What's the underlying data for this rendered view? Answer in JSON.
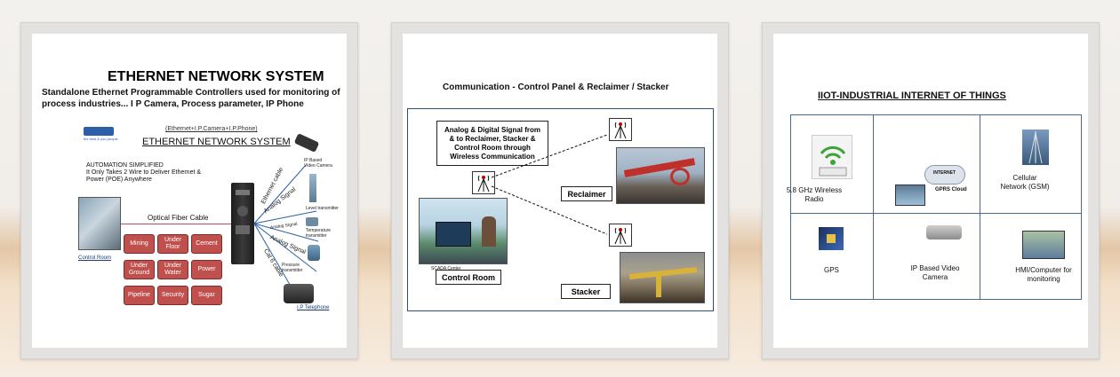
{
  "panel1": {
    "title": "ETHERNET NETWORK SYSTEM",
    "subtitle": "Standalone Ethernet Programmable Controllers used for monitoring of process industries... I P Camera, Process parameter, IP Phone",
    "logo_text": "the best & you people",
    "formula": "(Ethernet+I.P.Camera+I.P.Phone)",
    "inner_title": "ETHERNET NETWORK SYSTEM",
    "automation": "AUTOMATION SIMPLIFIED",
    "tagline_1": "It Only Takes 2 Wire to Deliver Ethernet &",
    "tagline_2": "Power (POE) Anywhere",
    "fiber": "Optical Fiber Cable",
    "control_room": "Control Room",
    "cells": [
      "Mining",
      "Under Floor",
      "Cement",
      "Under Ground",
      "Under Water",
      "Power",
      "Pipeline",
      "Security",
      "Sugar"
    ],
    "signals": [
      "Ethernet cable",
      "Analog Signal",
      "Analog Signal",
      "Analog Signal",
      "Cat 6 cable"
    ],
    "devices": [
      "IP Based Video Camera",
      "Level transmitter",
      "Temperature transmitter",
      "Pressure transmitter",
      "I.P Telephone"
    ]
  },
  "panel2": {
    "title": "Communication - Control Panel & Reclaimer / Stacker",
    "box_text": "Analog & Digital Signal from & to Reclaimer, Stacker & Control Room through Wireless Communication",
    "scada": "SCADA Center",
    "control_room": "Control Room",
    "reclaimer": "Reclaimer",
    "stacker": "Stacker"
  },
  "panel3": {
    "title": "IIOT-INDUSTRIAL INTERNET OF THINGS",
    "cells": {
      "wireless": "5.8 GHz Wireless Radio",
      "internet": "INTERNET",
      "gprs": "GPRS Cloud",
      "cellular": "Cellular Network (GSM)",
      "gps": "GPS",
      "camera": "IP Based Video Camera",
      "hmi": "HMI/Computer for monitoring"
    }
  },
  "colors": {
    "cell_red": "#c0504d",
    "frame_blue": "#4a6a8a",
    "antenna_red": "#c00000"
  }
}
